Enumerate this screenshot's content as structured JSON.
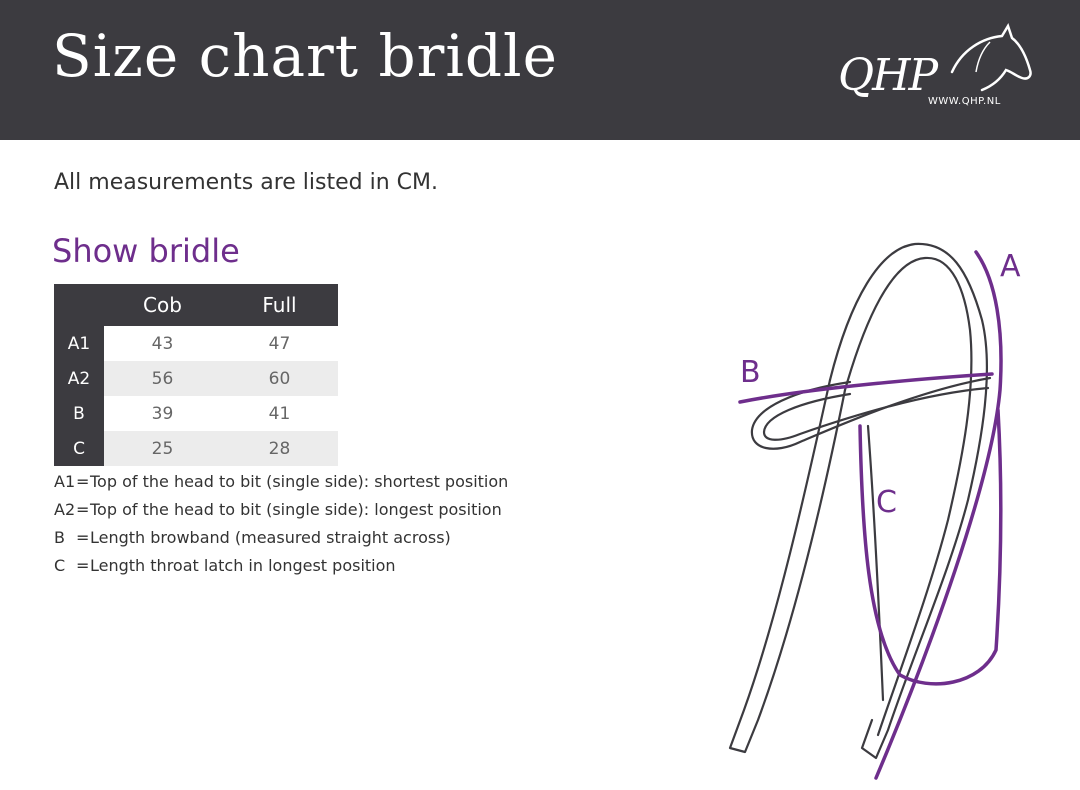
{
  "header": {
    "title": "Size chart bridle",
    "logo_text": "QHP",
    "logo_url": "WWW.QHP.NL"
  },
  "intro": "All measurements are listed in CM.",
  "section_title": "Show bridle",
  "table": {
    "columns": [
      "Cob",
      "Full"
    ],
    "rows": [
      {
        "code": "A1",
        "cob": "43",
        "full": "47"
      },
      {
        "code": "A2",
        "cob": "56",
        "full": "60"
      },
      {
        "code": "B",
        "cob": "39",
        "full": "41"
      },
      {
        "code": "C",
        "cob": "25",
        "full": "28"
      }
    ]
  },
  "legend": [
    {
      "code": "A1",
      "text": "Top of the head to bit (single side): shortest position"
    },
    {
      "code": "A2",
      "text": "Top of the head to bit (single side): longest position"
    },
    {
      "code": "B",
      "text": "Length browband (measured straight across)"
    },
    {
      "code": "C",
      "text": "Length throat latch in longest position"
    }
  ],
  "diagram": {
    "labels": {
      "a": "A",
      "b": "B",
      "c": "C"
    }
  },
  "colors": {
    "header_bg": "#3c3b40",
    "accent_purple": "#6e2e8c",
    "table_alt_row": "#ececec"
  }
}
